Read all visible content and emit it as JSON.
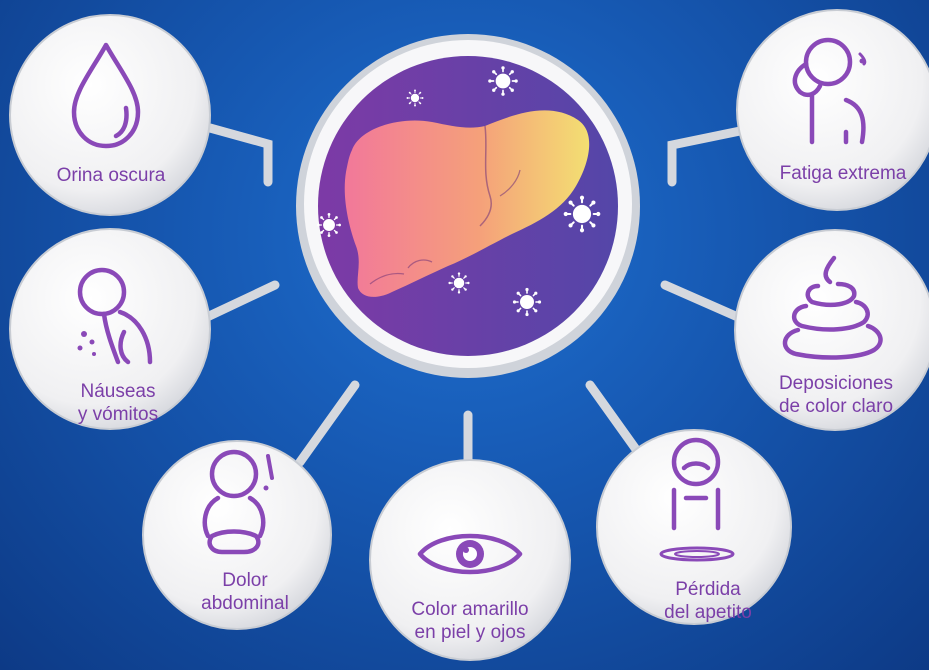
{
  "colors": {
    "background": "#1657b0",
    "bubble": "#f2f2f2",
    "icon_stroke": "#8a49b8",
    "label_text": "#7b3fa8",
    "center_disc": "#6c3aa6"
  },
  "center": {
    "icon": "liver-icon",
    "decorations": "virus-icon"
  },
  "symptoms": [
    {
      "id": "orina-oscura",
      "icon": "drop-icon",
      "label_lines": [
        "Orina oscura"
      ]
    },
    {
      "id": "fatiga-extrema",
      "icon": "fatigue-person-icon",
      "label_lines": [
        "Fatiga extrema"
      ]
    },
    {
      "id": "nauseas",
      "icon": "vomiting-person-icon",
      "label_lines": [
        "Náuseas",
        "y vómitos"
      ]
    },
    {
      "id": "deposiciones",
      "icon": "stool-icon",
      "label_lines": [
        "Deposiciones",
        "de color claro"
      ]
    },
    {
      "id": "dolor-abdominal",
      "icon": "abdominal-pain-icon",
      "label_lines": [
        "Dolor",
        "abdominal"
      ]
    },
    {
      "id": "color-amarillo",
      "icon": "eye-icon",
      "label_lines": [
        "Color amarillo",
        "en piel y ojos"
      ]
    },
    {
      "id": "perdida-apetito",
      "icon": "empty-plate-person-icon",
      "label_lines": [
        "Pérdida",
        "del apetito"
      ]
    }
  ]
}
